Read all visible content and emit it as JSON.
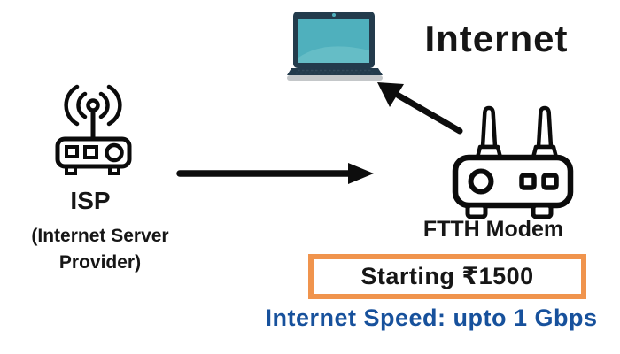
{
  "diagram": {
    "title_hint": "FTTH broadband connection flow diagram",
    "internet": {
      "label": "Internet",
      "icon": "laptop-icon"
    },
    "isp": {
      "icon": "wifi-router-icon",
      "title": "ISP",
      "subtitle": "(Internet Server Provider)"
    },
    "ftth": {
      "icon": "wireless-modem-icon",
      "label": "FTTH Modem"
    },
    "price_box": {
      "label": "Starting ₹1500"
    },
    "speed": {
      "label": "Internet Speed: upto 1 Gbps"
    },
    "flow": [
      {
        "from": "ISP",
        "to": "FTTH Modem",
        "icon": "arrow-right-icon"
      },
      {
        "from": "FTTH Modem",
        "to": "Internet",
        "icon": "arrow-up-left-icon"
      }
    ]
  },
  "colors": {
    "accent_orange": "#F0944D",
    "speed_blue": "#17519C",
    "text_black": "#161616",
    "arrow_black": "#0d0d0d",
    "laptop_screen_teal": "#4FB0BD",
    "laptop_screen_teal_light": "#68BFC8",
    "laptop_frame_navy": "#233B4C",
    "laptop_base_gray": "#C4C7C9",
    "icon_stroke": "#0b0b0b",
    "background": "#ffffff"
  }
}
